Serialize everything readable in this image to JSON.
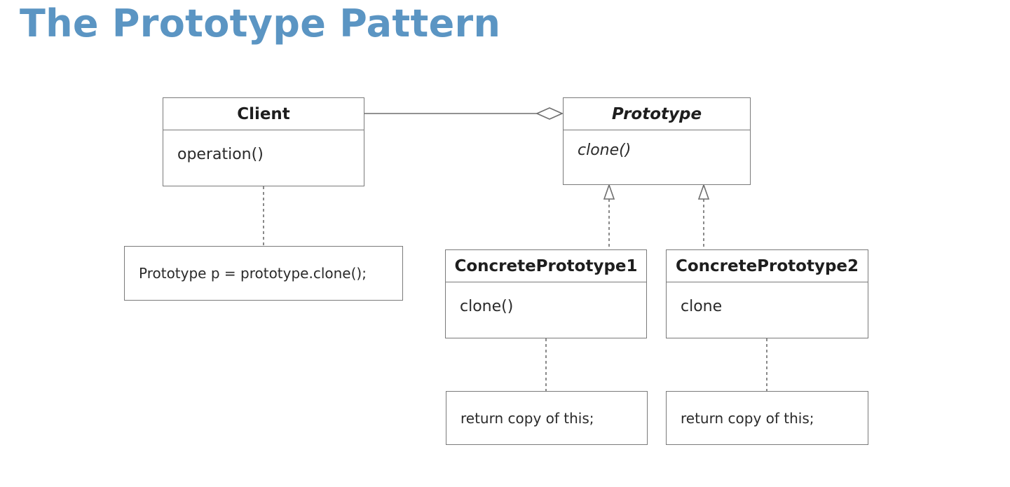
{
  "title": "The Prototype Pattern",
  "classes": {
    "client": {
      "name": "Client",
      "operation": "operation()"
    },
    "prototype": {
      "name": "Prototype",
      "operation": "clone()"
    },
    "concrete1": {
      "name": "ConcretePrototype1",
      "operation": "clone()"
    },
    "concrete2": {
      "name": "ConcretePrototype2",
      "operation": "clone"
    }
  },
  "notes": {
    "client": "Prototype p = prototype.clone();",
    "concrete1": "return copy of this;",
    "concrete2": "return copy of this;"
  },
  "colors": {
    "title": "#5b95c3",
    "border": "#7a7a7a"
  },
  "relationships": [
    {
      "from": "client",
      "to": "prototype",
      "kind": "aggregation"
    },
    {
      "from": "concrete1",
      "to": "prototype",
      "kind": "realization"
    },
    {
      "from": "concrete2",
      "to": "prototype",
      "kind": "realization"
    },
    {
      "from": "client",
      "to": "client-note",
      "kind": "note-link"
    },
    {
      "from": "concrete1",
      "to": "concrete1-note",
      "kind": "note-link"
    },
    {
      "from": "concrete2",
      "to": "concrete2-note",
      "kind": "note-link"
    }
  ]
}
